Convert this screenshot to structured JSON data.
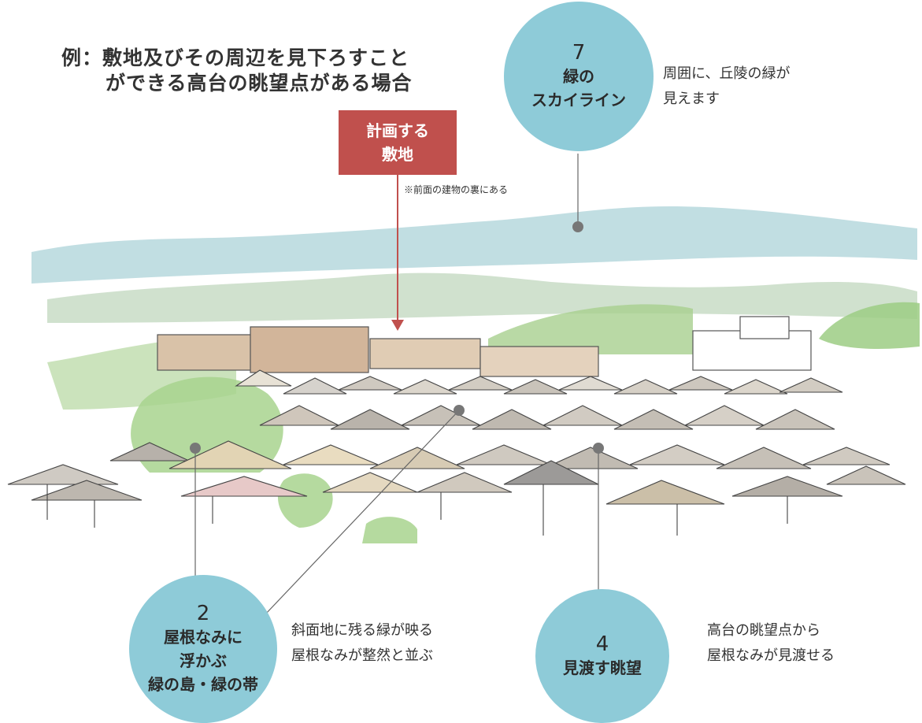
{
  "heading": {
    "line1": "例：敷地及びその周辺を見下ろすこと",
    "line2": "ができる高台の眺望点がある場合"
  },
  "site": {
    "label_line1": "計画する",
    "label_line2": "敷地",
    "note": "※前面の建物の裏にある",
    "color": "#c0504d"
  },
  "viewpoints": [
    {
      "number": "7",
      "title_lines": [
        "緑の",
        "スカイライン"
      ],
      "description_lines": [
        "周囲に、丘陵の緑が",
        "見えます"
      ]
    },
    {
      "number": "2",
      "title_lines": [
        "屋根なみに",
        "浮かぶ",
        "緑の島・緑の帯"
      ],
      "description_lines": [
        "斜面地に残る緑が映る",
        "屋根なみが整然と並ぶ"
      ]
    },
    {
      "number": "4",
      "title_lines": [
        "見渡す眺望"
      ],
      "description_lines": [
        "高台の眺望点から",
        "屋根なみが見渡せる"
      ]
    }
  ],
  "colors": {
    "circle": "#8ecbd8",
    "hill": "#7fb7c0",
    "tree": "#9acc7a",
    "leader": "#666666"
  }
}
